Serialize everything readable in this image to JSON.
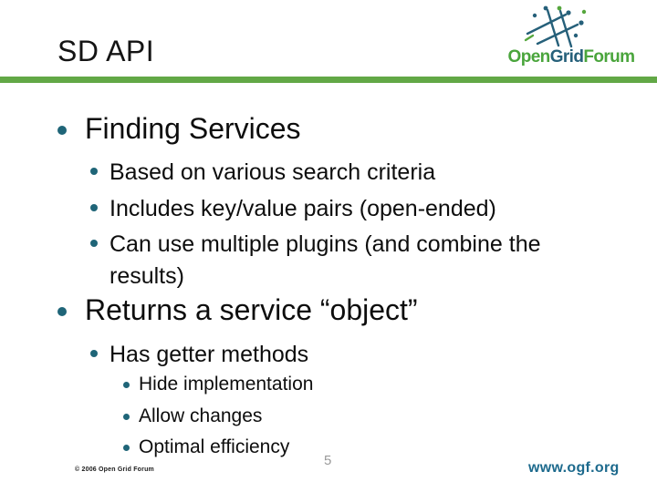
{
  "slide": {
    "title": "SD API",
    "page_number": "5",
    "footer_copyright": "© 2006 Open Grid Forum",
    "footer_url": "www.ogf.org"
  },
  "logo": {
    "word1": "Open",
    "word2": "Grid",
    "word3": "Forum",
    "glyph": "network-grid-icon"
  },
  "colors": {
    "divider_green": "#62a846",
    "logo_green": "#4aa53c",
    "logo_teal": "#26607a",
    "bullet_teal": "#1f6578",
    "url_teal": "#1d6a8d",
    "page_number_gray": "#9a9a9a"
  },
  "content": {
    "items": [
      {
        "level": 1,
        "text": "Finding Services"
      },
      {
        "level": 2,
        "text": "Based on various search criteria"
      },
      {
        "level": 2,
        "text": "Includes key/value pairs (open-ended)"
      },
      {
        "level": 2,
        "text": "Can use multiple plugins (and combine the results)"
      },
      {
        "level": 1,
        "text": "Returns a service “object”"
      },
      {
        "level": 2,
        "text": "Has getter methods"
      },
      {
        "level": 3,
        "text": "Hide implementation"
      },
      {
        "level": 3,
        "text": "Allow changes"
      },
      {
        "level": 3,
        "text": "Optimal efficiency"
      }
    ]
  }
}
